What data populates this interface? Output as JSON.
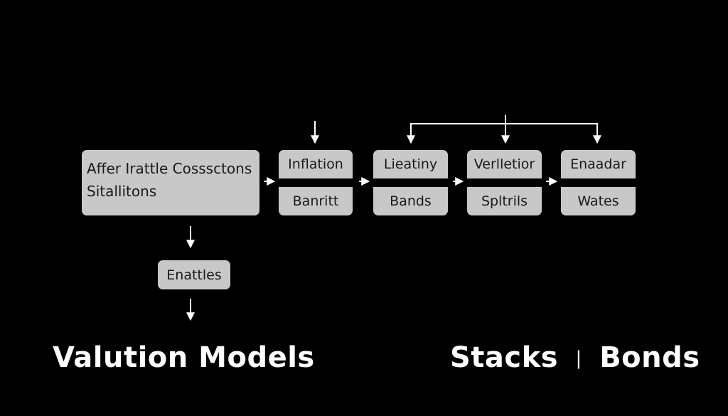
{
  "diagram": {
    "main_box": {
      "line1": "Affer Irattle Cosssctons",
      "line2": "Sitallitons"
    },
    "columns": [
      {
        "top": "Inflation",
        "bottom": "Banritt"
      },
      {
        "top": "Lieatiny",
        "bottom": "Bands"
      },
      {
        "top": "Verlletior",
        "bottom": "Spltrils"
      },
      {
        "top": "Enaadar",
        "bottom": "Wates"
      }
    ],
    "branch_box": "Enattles"
  },
  "footer": {
    "left_title": "Valution Models",
    "right_title_a": "Stacks",
    "right_separator": "|",
    "right_title_b": "Bonds"
  },
  "colors": {
    "background": "#000000",
    "box_fill": "#c8c8c8",
    "box_text": "#1a1a1a",
    "connector": "#ffffff",
    "title_text": "#ffffff"
  }
}
